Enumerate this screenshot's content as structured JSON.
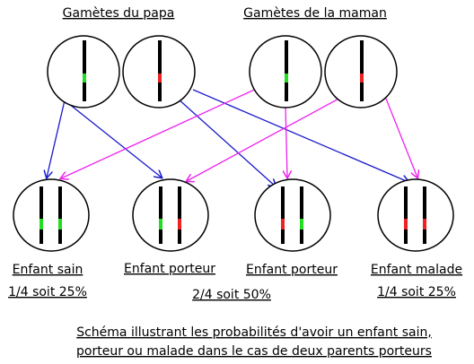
{
  "headings": {
    "father_gametes": "Gamètes du papa",
    "mother_gametes": "Gamètes de la maman"
  },
  "colors": {
    "healthy_allele": "#22dd22",
    "disease_allele": "#ee2222",
    "father_arrow": "#1a1acc",
    "mother_arrow": "#ee22ee",
    "chromosome": "#000000"
  },
  "gametes": [
    {
      "parent": "father",
      "allele": "healthy"
    },
    {
      "parent": "father",
      "allele": "disease"
    },
    {
      "parent": "mother",
      "allele": "healthy"
    },
    {
      "parent": "mother",
      "allele": "disease"
    }
  ],
  "children": [
    {
      "label": "Enfant sain",
      "alleles": [
        "healthy",
        "healthy"
      ]
    },
    {
      "label": "Enfant porteur",
      "alleles": [
        "healthy",
        "disease"
      ]
    },
    {
      "label": "Enfant porteur",
      "alleles": [
        "disease",
        "healthy"
      ]
    },
    {
      "label": "Enfant malade",
      "alleles": [
        "disease",
        "disease"
      ]
    }
  ],
  "probabilities": {
    "healthy": "1/4 soit 25%",
    "carrier": "2/4 soit 50%",
    "sick": "1/4 soit 25%"
  },
  "crosses": [
    {
      "from_gamete": 0,
      "to_child": 0,
      "parent": "father"
    },
    {
      "from_gamete": 0,
      "to_child": 1,
      "parent": "father"
    },
    {
      "from_gamete": 1,
      "to_child": 2,
      "parent": "father"
    },
    {
      "from_gamete": 1,
      "to_child": 3,
      "parent": "father"
    },
    {
      "from_gamete": 2,
      "to_child": 0,
      "parent": "mother"
    },
    {
      "from_gamete": 2,
      "to_child": 2,
      "parent": "mother"
    },
    {
      "from_gamete": 3,
      "to_child": 1,
      "parent": "mother"
    },
    {
      "from_gamete": 3,
      "to_child": 3,
      "parent": "mother"
    }
  ],
  "caption": {
    "line1": "Schéma illustrant les probabilités d'avoir un enfant sain,",
    "line2": "porteur ou malade dans le cas de deux parents porteurs"
  }
}
